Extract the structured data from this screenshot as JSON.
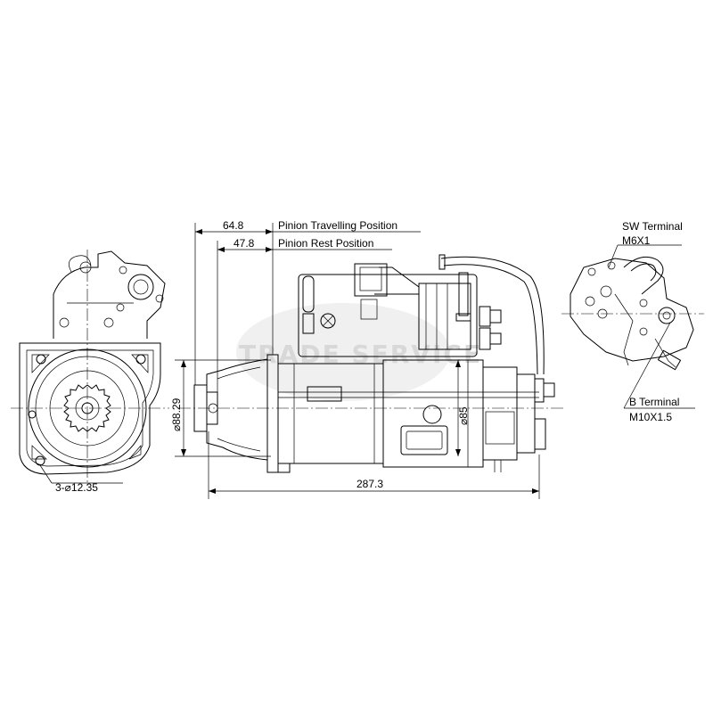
{
  "watermark": "TRADE SERVICE",
  "dimensions": {
    "travel_value": "64.8",
    "travel_label": "Pinion Travelling Position",
    "rest_value": "47.8",
    "rest_label": "Pinion Rest Position",
    "flange_diameter": "⌀88.29",
    "body_diameter": "⌀85",
    "overall_length": "287.3",
    "mounting_holes": "3-⌀12.35"
  },
  "terminals": {
    "sw_label": "SW Terminal",
    "sw_thread": "M6X1",
    "b_label": "B Terminal",
    "b_thread": "M10X1.5"
  }
}
